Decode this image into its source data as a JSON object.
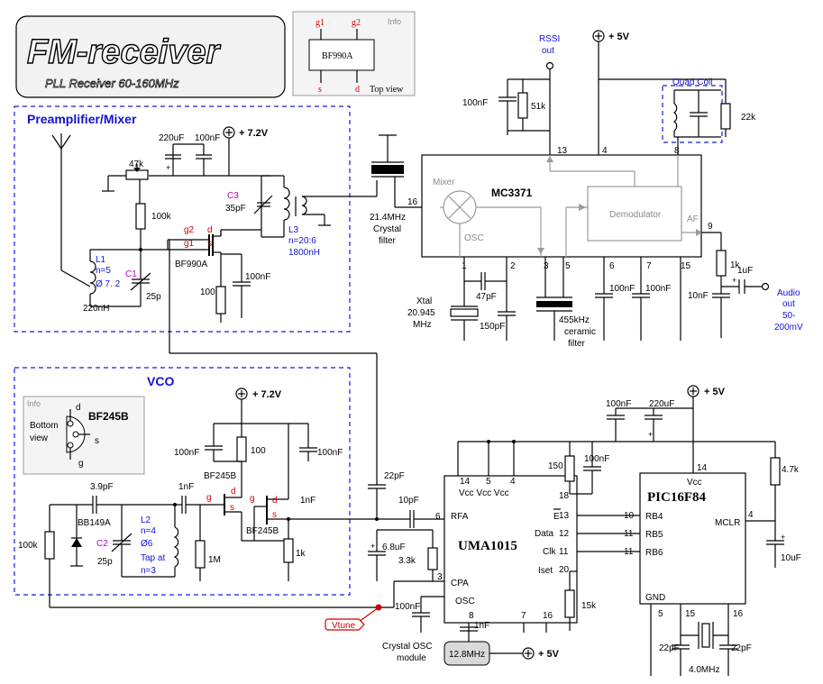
{
  "title": {
    "main": "FM-receiver",
    "subtitle": "PLL Receiver 60-160MHz"
  },
  "bf990a_info": {
    "info": "Info",
    "part": "BF990A",
    "g1": "g1",
    "g2": "g2",
    "s": "s",
    "d": "d",
    "view": "Top view"
  },
  "sections": {
    "preamp": "Preamplifier/Mixer",
    "vco": "VCO"
  },
  "preamp": {
    "supply": "+ 7.2V",
    "c_220uf": "220uF",
    "c_100nf_top": "100nF",
    "pot": "47k",
    "r_100k": "100k",
    "l1_name": "L1",
    "l1_turns": "n=5",
    "l1_dia": "Ø 7. 2",
    "l1_ind": "220nH",
    "c1_name": "C1",
    "c1_val": "25p",
    "pin_g2": "g2",
    "pin_g1": "g1",
    "pin_d": "d",
    "pin_s": "s",
    "fet": "BF990A",
    "r_100": "100",
    "c_100nf_src": "100nF",
    "c3_name": "C3",
    "c3_val": "35pF",
    "l3_name": "L3",
    "l3_ratio": "n=20:6",
    "l3_ind": "1800nH",
    "xf_freq": "21.4MHz",
    "xf_l1": "Crystal",
    "xf_l2": "filter"
  },
  "mc3371": {
    "name": "MC3371",
    "mixer": "Mixer",
    "osc": "OSC",
    "demod": "Demodulator",
    "af": "AF",
    "pins": [
      "16",
      "13",
      "4",
      "8",
      "9",
      "1",
      "2",
      "3",
      "5",
      "6",
      "7",
      "15"
    ],
    "supply": "+ 5V",
    "rssi1": "RSSI",
    "rssi2": "out",
    "c_rssi": "100nF",
    "r_51k": "51k",
    "quad": "Quad Coil",
    "r_22k": "22k",
    "r_1k": "1k",
    "c_1uf": "1uF",
    "c_10nf": "10nF",
    "audio1": "Audio",
    "audio2": "out",
    "audio3": "50-",
    "audio4": "200mV",
    "xtal1": "Xtal",
    "xtal2": "20.945",
    "xtal3": "MHz",
    "c_47pf": "47pF",
    "c_150pf": "150pF",
    "cer1": "455kHz",
    "cer2": "ceramic",
    "cer3": "filter",
    "c_p6": "100nF",
    "c_p7": "100nF"
  },
  "bf245b_info": {
    "info": "Info",
    "bottom": "Bottom",
    "view": "view",
    "d": "d",
    "s": "s",
    "g": "g",
    "part": "BF245B"
  },
  "vco": {
    "supply": "+ 7.2V",
    "r_100k": "100k",
    "c_3p9": "3.9pF",
    "varactor": "BB149A",
    "c2_name": "C2",
    "c2_val": "25p",
    "l2_name": "L2",
    "l2_turns": "n=4",
    "l2_dia": "Ø6",
    "l2_tap1": "Tap at",
    "l2_tap2": "n=3",
    "c_1nf_a": "1nF",
    "r_1m": "1M",
    "pin_g": "g",
    "pin_d": "d",
    "pin_s": "s",
    "fet1": "BF245B",
    "fet2": "BF245B",
    "r_100": "100",
    "c_100nf_a": "100nF",
    "c_100nf_b": "100nF",
    "r_1k": "1k",
    "c_1nf_b": "1nF",
    "c_22pf": "22pF"
  },
  "uma1015": {
    "name": "UMA1015",
    "p14": "14",
    "p5": "5",
    "p4": "4",
    "vcc": "Vcc Vcc  Vcc",
    "rfa": "RFA",
    "p6": "6",
    "cpa": "CPA",
    "p3": "3",
    "osc": "OSC",
    "e": "E",
    "data": "Data",
    "clk": "Clk",
    "iset": "Iset",
    "p18": "18",
    "p13": "13",
    "p12": "12",
    "p11": "11",
    "p20": "20",
    "p8": "8",
    "p7": "7",
    "p16": "16",
    "c_10pf": "10pF",
    "r_150": "150",
    "c_100nf": "100nF",
    "c_6u8": "6.8uF",
    "r_3k3": "3.3k",
    "vtune": "Vtune",
    "c_osc": "100nF",
    "c_1nf": "1nF",
    "osc_freq": "12.8MHz",
    "supply": "+ 5V",
    "mod1": "Crystal OSC",
    "mod2": "module",
    "r_15k": "15k"
  },
  "pic": {
    "name": "PIC16F84",
    "vcc": "Vcc",
    "rb4": "RB4",
    "rb5": "RB5",
    "rb6": "RB6",
    "mclr": "MCLR",
    "gnd": "GND",
    "p10": "10",
    "p11": "11",
    "p11b": "11",
    "p14": "14",
    "p4": "4",
    "p5": "5",
    "p15": "15",
    "p16": "16",
    "supply": "+ 5V",
    "c_100nf": "100nF",
    "c_220uf": "220uF",
    "r_4k7": "4.7k",
    "c_10uf": "10uF",
    "xtal": "4.0MHz",
    "c_22pf_a": "22pF",
    "c_22pf_b": "22pF"
  }
}
